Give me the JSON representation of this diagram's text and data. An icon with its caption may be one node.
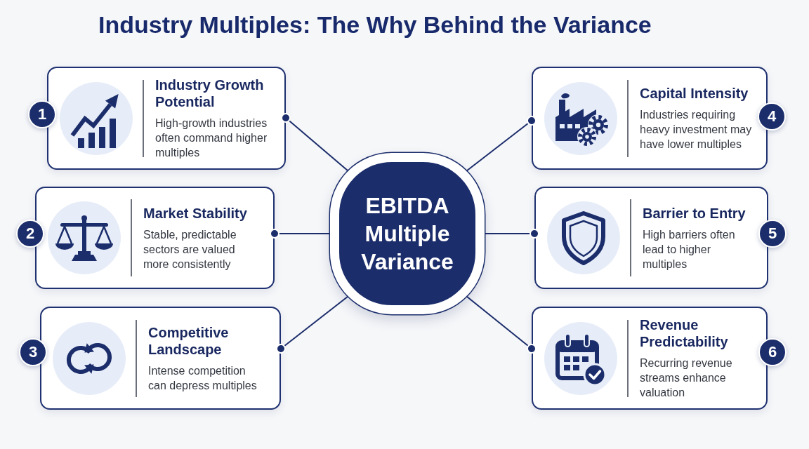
{
  "diagram": {
    "title": "Industry Multiples: The Why Behind the Variance",
    "nodes": [
      {
        "text": [
          "EBITDA Multiple Variance"
        ]
      },
      {
        "text": [
          "Industry Growth Potential",
          "High-growth industries often command higher multiples"
        ]
      },
      {
        "text": [
          "Market Stability",
          "Stable, predictable sectors are valued more consistently"
        ]
      },
      {
        "text": [
          "Competitive Landscape",
          "Intense competition can depress multiples"
        ]
      },
      {
        "text": [
          "Capital Intensity",
          "Industries requiring heavy investment may have lower multiples"
        ]
      },
      {
        "text": [
          "Barrier to Entry",
          "High barriers often lead to higher multiples"
        ]
      },
      {
        "text": [
          "Revenue Predictability",
          "Recurring revenue streams enhance valuation"
        ]
      },
      {
        "text": [
          "1"
        ]
      },
      {
        "text": [
          "2"
        ]
      },
      {
        "text": [
          "3"
        ]
      },
      {
        "text": [
          "4"
        ]
      },
      {
        "text": [
          "5"
        ]
      },
      {
        "text": [
          "6"
        ]
      }
    ],
    "edges": [
      {
        "from": 0,
        "to": 1,
        "arrow": "other"
      },
      {
        "from": 0,
        "to": 2,
        "arrow": "other"
      },
      {
        "from": 0,
        "to": 3,
        "arrow": "other"
      },
      {
        "from": 0,
        "to": 4,
        "arrow": "other"
      },
      {
        "from": 0,
        "to": 5,
        "arrow": "other"
      },
      {
        "from": 0,
        "to": 6,
        "arrow": "other"
      }
    ]
  }
}
